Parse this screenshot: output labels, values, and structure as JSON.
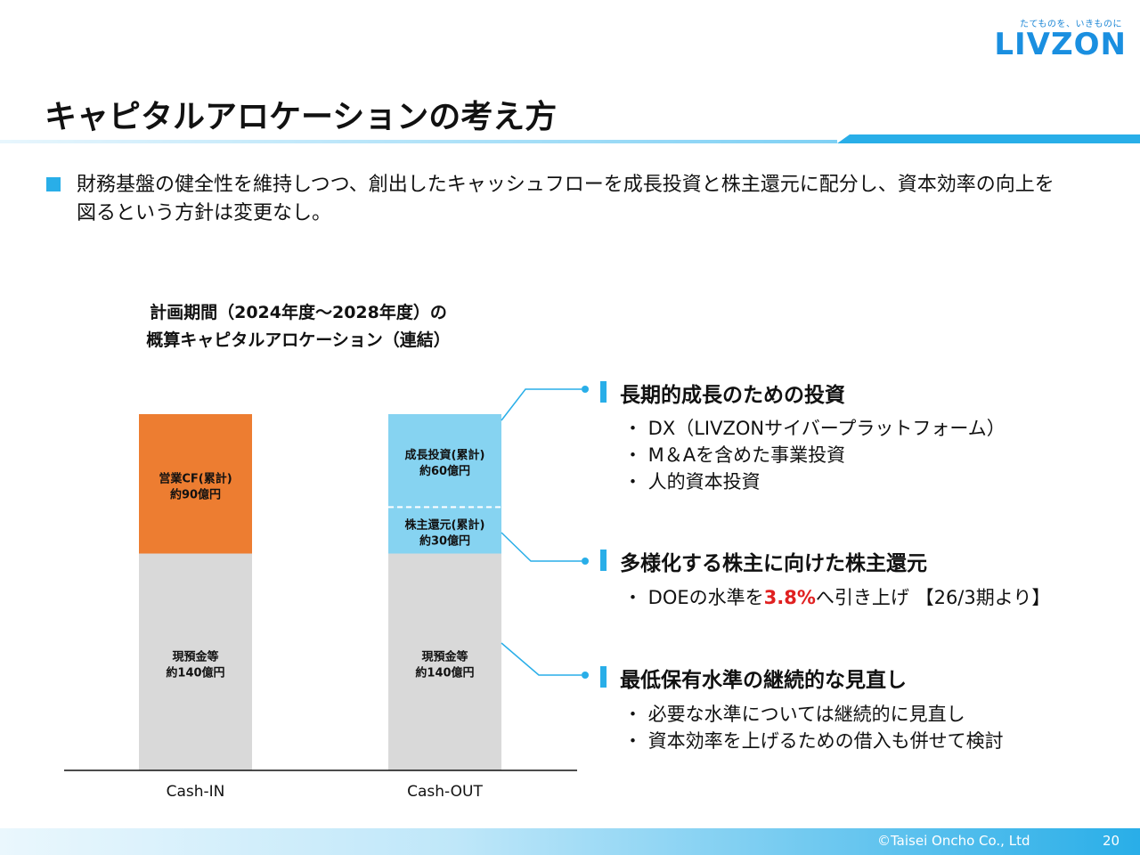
{
  "brand": {
    "tagline": "たてものを、いきものに",
    "logo": "LIVZON"
  },
  "title": "キャピタルアロケーションの考え方",
  "intro": "財務基盤の健全性を維持しつつ、創出したキャッシュフローを成長投資と株主還元に配分し、資本効率の向上を図るという方針は変更なし。",
  "chart_title": {
    "line1": "計画期間（2024年度～2028年度）の",
    "line2": "概算キャピタルアロケーション（連結）"
  },
  "chart_data": {
    "type": "bar",
    "stacked": true,
    "unit": "億円",
    "categories": [
      "Cash-IN",
      "Cash-OUT"
    ],
    "bars": [
      {
        "category": "Cash-IN",
        "segments": [
          {
            "label1": "現預金等",
            "label2": "約140億円",
            "value": 140,
            "color": "#d9d9d9"
          },
          {
            "label1": "営業CF(累計)",
            "label2": "約90億円",
            "value": 90,
            "color": "#ed7d31"
          }
        ]
      },
      {
        "category": "Cash-OUT",
        "segments": [
          {
            "label1": "現預金等",
            "label2": "約140億円",
            "value": 140,
            "color": "#d9d9d9"
          },
          {
            "label1": "株主還元(累計)",
            "label2": "約30億円",
            "value": 30,
            "color": "#86d3f1"
          },
          {
            "label1": "成長投資(累計)",
            "label2": "約60億円",
            "value": 60,
            "color": "#86d3f1"
          }
        ]
      }
    ]
  },
  "sections": [
    {
      "title": "長期的成長のための投資",
      "items": [
        "・ DX（LIVZONサイバープラットフォーム）",
        "・ M＆Aを含めた事業投資",
        "・ 人的資本投資"
      ]
    },
    {
      "title": "多様化する株主に向けた株主還元",
      "item_pre": "・ DOEの水準を",
      "item_highlight": "3.8%",
      "item_post": "へ引き上げ 【26/3期より】"
    },
    {
      "title": "最低保有水準の継続的な見直し",
      "items": [
        "・ 必要な水準については継続的に見直し",
        "・ 資本効率を上げるための借入も併せて検討"
      ]
    }
  ],
  "footer": {
    "copyright": "©Taisei Oncho Co., Ltd",
    "page": "20"
  }
}
